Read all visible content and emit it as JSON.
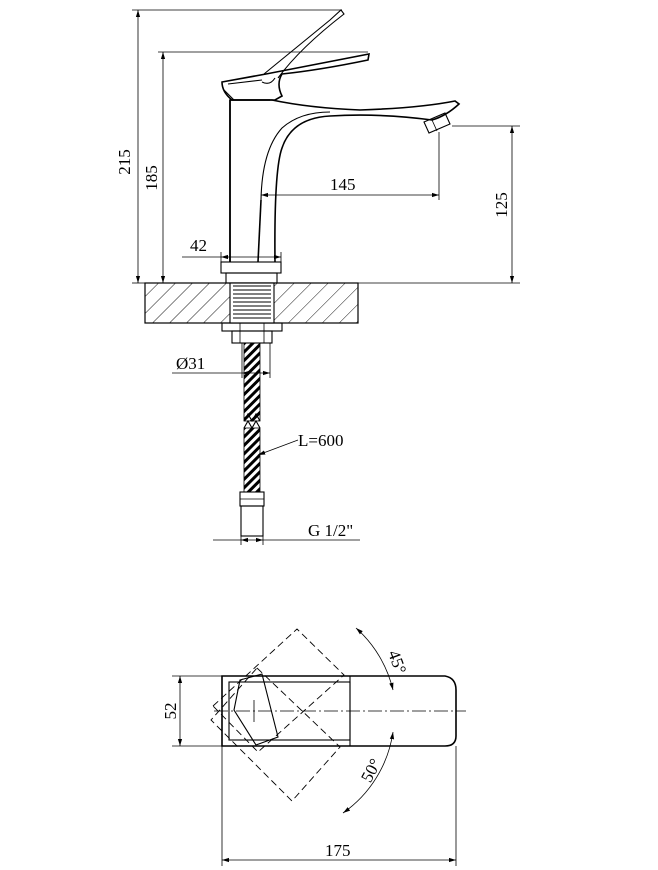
{
  "side_view": {
    "height_total": "215",
    "height_spout_top": "185",
    "spout_reach": "145",
    "spout_height": "125",
    "base_width": "42",
    "mount_diameter": "Ø31",
    "hose_length": "L=600",
    "connection_thread": "G 1/2\""
  },
  "top_view": {
    "body_width": "52",
    "total_length": "175",
    "angle_forward": "45°",
    "angle_back": "50°"
  }
}
